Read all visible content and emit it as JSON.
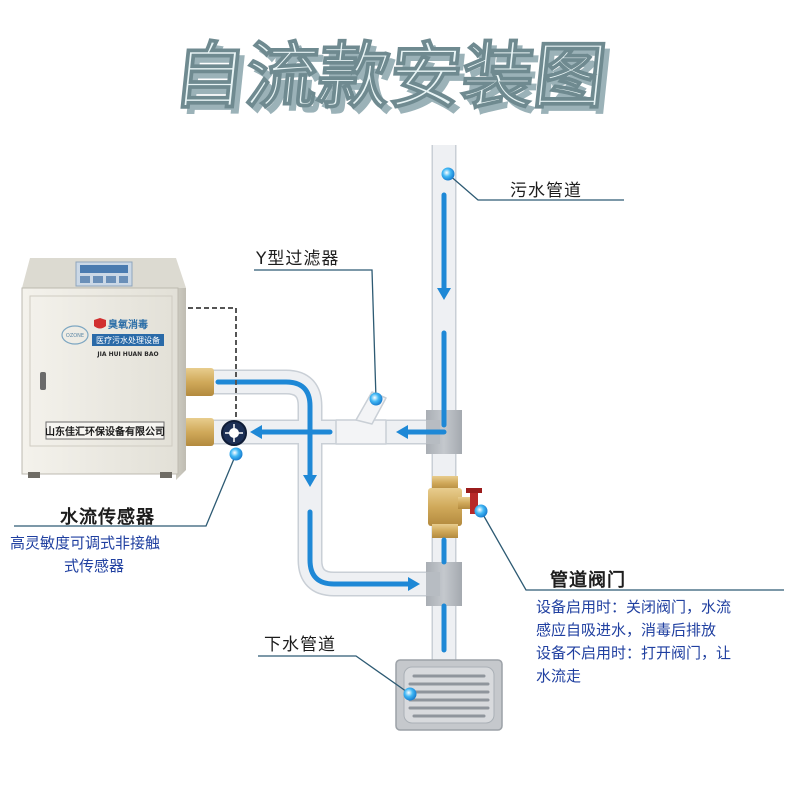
{
  "title": "自流款安装图",
  "labels": {
    "sewage_pipe": "污水管道",
    "y_filter": "Y型过滤器",
    "flow_sensor": "水流传感器",
    "flow_sensor_desc_1": "高灵敏度可调式非接触",
    "flow_sensor_desc_2": "式传感器",
    "pipe_valve": "管道阀门",
    "valve_desc_1": "设备启用时：关闭阀门，水流",
    "valve_desc_2": "感应自吸进水，消毒后排放",
    "valve_desc_3": "设备不启用时：打开阀门，让",
    "valve_desc_4": "水流走",
    "drain_pipe": "下水管道"
  },
  "device": {
    "badge": "臭氧消毒",
    "subtitle": "医疗污水处理设备",
    "pinyin": "JIA HUI HUAN BAO",
    "logo": "OZONE",
    "company": "山东佳汇环保设备有限公司"
  },
  "colors": {
    "flow": "#1e88d6",
    "pipe": "#eef0f3",
    "pipe_edge": "#c9cfd6",
    "fitting": "#b7bcc2",
    "valve": "#d6b266",
    "leader": "#2d5a73",
    "title_fill": "#e9f5f6",
    "title_shadow": "#9bb2b8",
    "cabinet": "#eceae2"
  }
}
